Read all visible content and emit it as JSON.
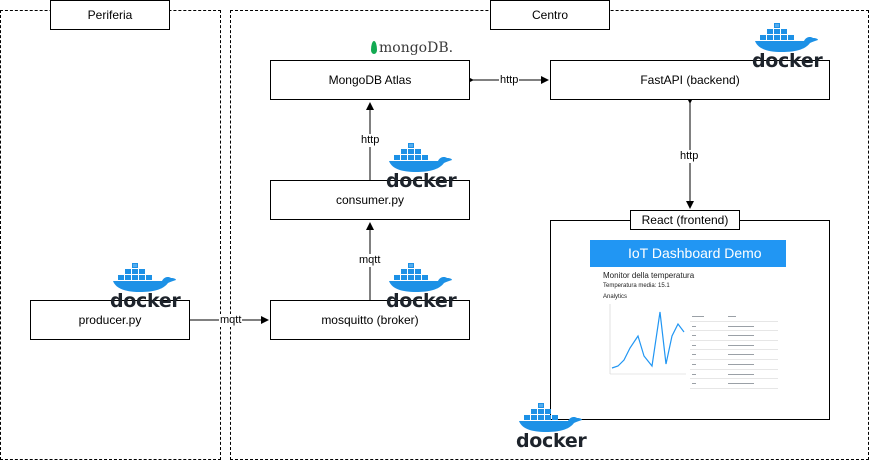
{
  "zones": {
    "periferia": "Periferia",
    "centro": "Centro"
  },
  "nodes": {
    "producer": "producer.py",
    "mosquitto": "mosquitto (broker)",
    "consumer": "consumer.py",
    "mongodb": "MongoDB Atlas",
    "fastapi": "FastAPI (backend)",
    "react": "React (frontend)"
  },
  "edges": {
    "producer_mosquitto": "mqtt",
    "mosquitto_consumer": "mqtt",
    "consumer_mongodb": "http",
    "mongodb_fastapi": "http",
    "fastapi_react": "http"
  },
  "logos": {
    "docker_word": "docker",
    "mongodb_word": "mongoDB."
  },
  "dashboard": {
    "title": "IoT Dashboard Demo",
    "heading": "Monitor della temperatura",
    "average": "Temperatura media: 15.1",
    "analytics": "Analytics"
  },
  "colors": {
    "dashboard_header": "#2196f3",
    "chart_line": "#2196f3",
    "docker_blue": "#1d91e6",
    "mongodb_green": "#13aa52"
  }
}
